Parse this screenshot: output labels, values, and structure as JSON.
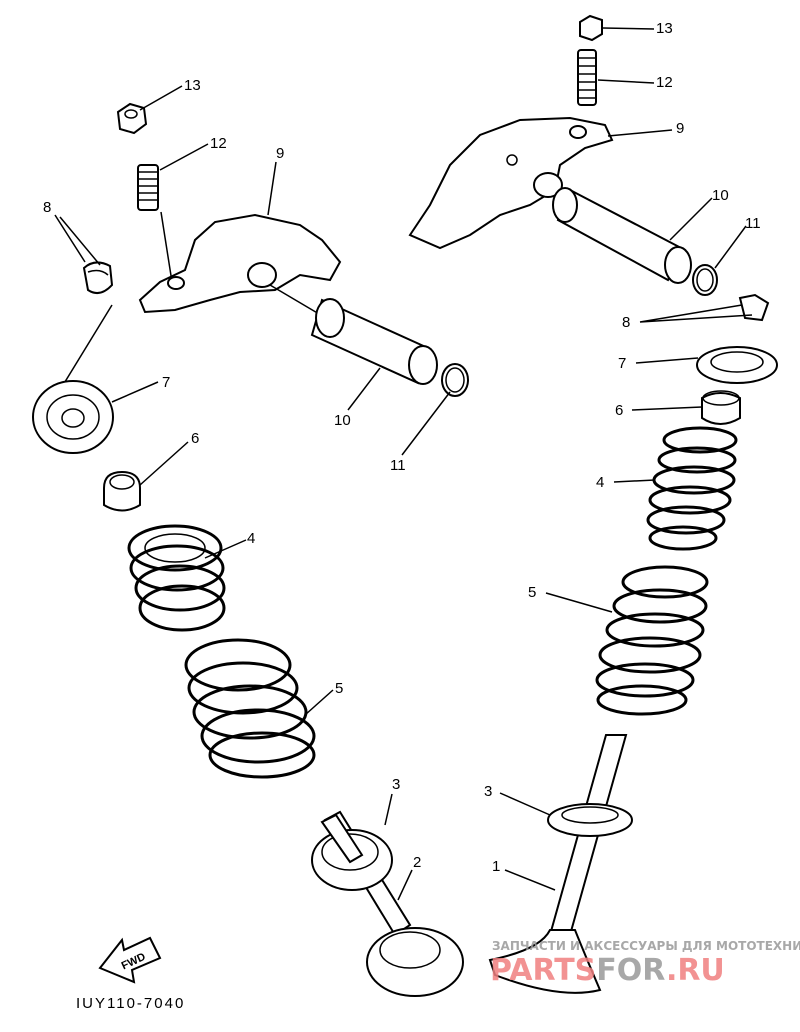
{
  "diagram": {
    "code": "IUY110-7040",
    "fwd_label": "FWD",
    "left_labels": {
      "13": "13",
      "12": "12",
      "9": "9",
      "8": "8",
      "7": "7",
      "6": "6",
      "4": "4",
      "5": "5",
      "3": "3",
      "2": "2",
      "10": "10",
      "11": "11"
    },
    "right_labels": {
      "13": "13",
      "12": "12",
      "9": "9",
      "10": "10",
      "11": "11",
      "8": "8",
      "7": "7",
      "6": "6",
      "4": "4",
      "5": "5",
      "3": "3",
      "1": "1"
    }
  },
  "watermark": {
    "tagline": "ЗАПЧАСТИ И АКСЕССУАРЫ ДЛЯ МОТОТЕХНИКИ",
    "brand_part1": "PARTS",
    "brand_part2": "FOR",
    "brand_part3": ".RU",
    "color_red": "#f08080",
    "color_gray": "#9a9a9a"
  }
}
